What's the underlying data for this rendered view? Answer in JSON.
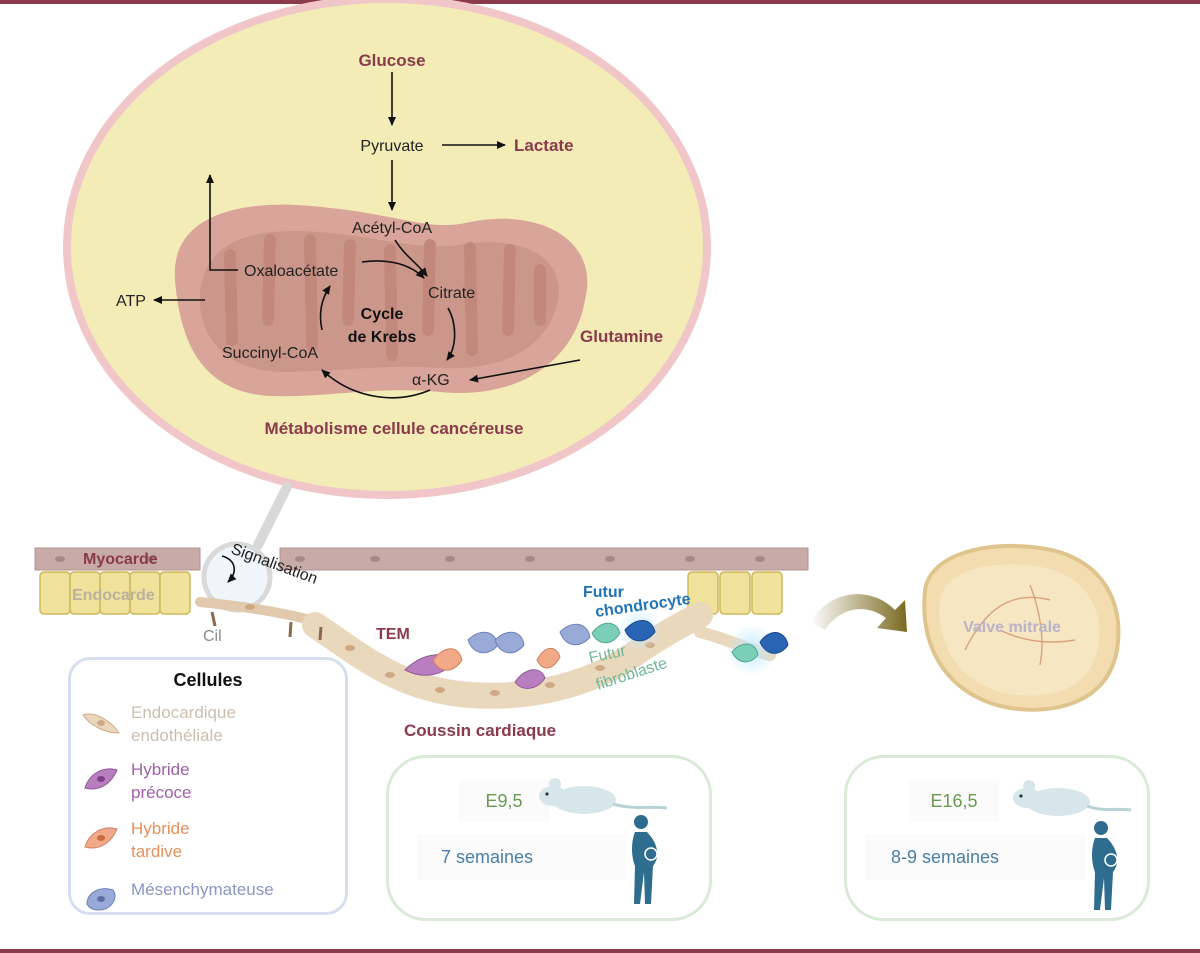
{
  "metabolism": {
    "glucose": "Glucose",
    "pyruvate": "Pyruvate",
    "lactate": "Lactate",
    "acetyl_coa": "Acétyl-CoA",
    "oxaloacetate": "Oxaloacétate",
    "citrate": "Citrate",
    "atp": "ATP",
    "cycle_line1": "Cycle",
    "cycle_line2": "de Krebs",
    "glutamine": "Glutamine",
    "succinyl_coa": "Succinyl-CoA",
    "akg": "α-KG",
    "title": "Métabolisme cellule cancéreuse"
  },
  "tissue": {
    "myocarde": "Myocarde",
    "endocarde": "Endocarde",
    "signalisation": "Signalisation",
    "cil": "Cil",
    "tem": "TEM",
    "futur_chondrocyte_1": "Futur",
    "futur_chondrocyte_2": "chondrocyte",
    "futur_fibroblaste_1": "Futur",
    "futur_fibroblaste_2": "fibroblaste",
    "valve_mitrale": "Valve mitrale",
    "coussin_cardiaque": "Coussin cardiaque"
  },
  "legend": {
    "title": "Cellules",
    "items": [
      {
        "line1": "Endocardique",
        "line2": "endothéliale",
        "color": "#e0c9ad"
      },
      {
        "line1": "Hybride",
        "line2": "précoce",
        "color": "#a060a8"
      },
      {
        "line1": "Hybride",
        "line2": "tardive",
        "color": "#e8905a"
      },
      {
        "line1": "Mésenchymateuse",
        "line2": "",
        "color": "#7f93c6"
      }
    ]
  },
  "stages": [
    {
      "mouse_stage": "E9,5",
      "human_stage": "7 semaines"
    },
    {
      "mouse_stage": "E16,5",
      "human_stage": "8-9 semaines"
    }
  ],
  "colors": {
    "accent_dark_red": "#8b3a4c",
    "cell_cream": "#f3ecb6",
    "mito": "#d9a59a",
    "chondrocyte_blue": "#1f73b8",
    "fibroblast_green": "#6fb89a",
    "mouse_green": "#6a9a52",
    "human_blue": "#4a7ea8"
  }
}
